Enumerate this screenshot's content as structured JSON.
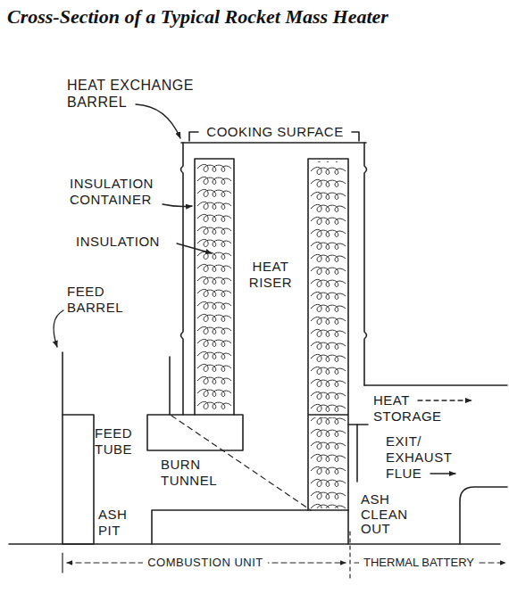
{
  "diagram": {
    "title": "Cross-Section of a Typical Rocket Mass Heater",
    "labels": [
      "HEAT EXCHANGE BARREL",
      "COOKING SURFACE",
      "INSULATION CONTAINER",
      "INSULATION",
      "FEED BARREL",
      "HEAT RISER",
      "HEAT STORAGE",
      "FEED TUBE",
      "EXIT/ EXHAUST FLUE",
      "BURN TUNNEL",
      "ASH PIT",
      "ASH CLEAN OUT",
      "COMBUSTION UNIT",
      "THERMAL BATTERY"
    ]
  }
}
